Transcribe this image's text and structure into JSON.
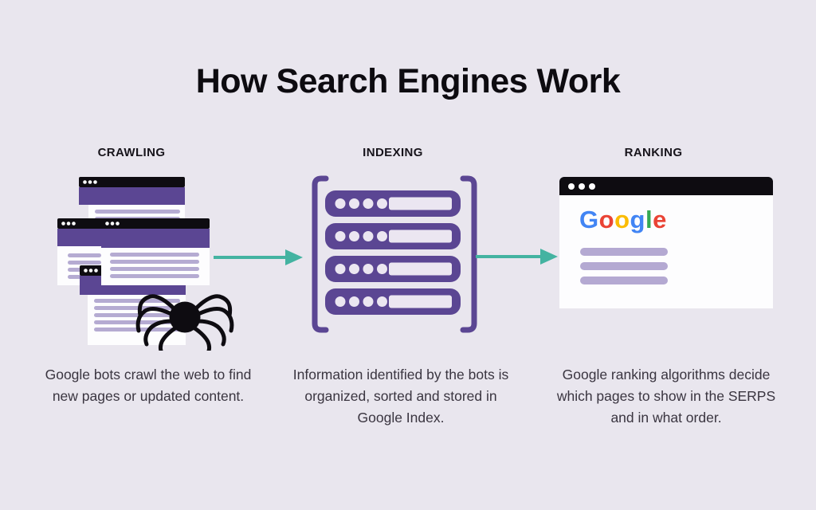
{
  "page": {
    "title": "How Search Engines Work"
  },
  "stages": [
    {
      "id": "crawling",
      "label": "CRAWLING",
      "description": "Google bots crawl the web to find new pages or updated content.",
      "icon": "browser-windows-spider-icon"
    },
    {
      "id": "indexing",
      "label": "INDEXING",
      "description": "Information identified by the bots is organized, sorted and stored in Google Index.",
      "icon": "server-stack-brackets-icon"
    },
    {
      "id": "ranking",
      "label": "RANKING",
      "description": "Google ranking algorithms decide which pages to show in the SERPS and in what order.",
      "icon": "google-serp-window-icon"
    }
  ],
  "ranking_logo": {
    "name": "Google",
    "letters": [
      {
        "char": "G",
        "color": "#4285F4"
      },
      {
        "char": "o",
        "color": "#EA4335"
      },
      {
        "char": "o",
        "color": "#FBBC05"
      },
      {
        "char": "g",
        "color": "#4285F4"
      },
      {
        "char": "l",
        "color": "#34A853"
      },
      {
        "char": "e",
        "color": "#EA4335"
      }
    ]
  },
  "colors": {
    "background": "#e9e6ee",
    "primary_purple": "#5b4693",
    "light_purple": "#b5abd2",
    "arrow_teal": "#44b3a1",
    "ink_black": "#0e0c11",
    "body_text": "#3a3540"
  }
}
